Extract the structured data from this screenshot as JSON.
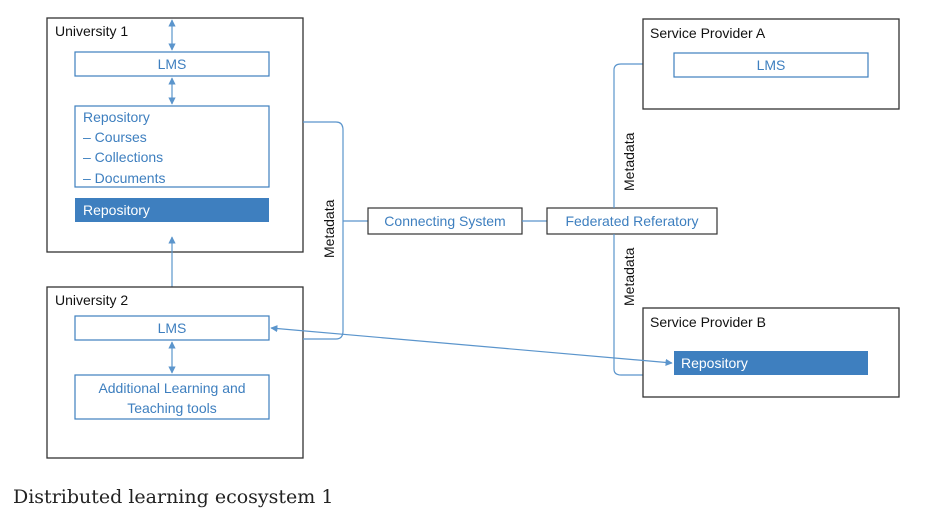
{
  "diagram": {
    "university1": {
      "title": "University 1",
      "lms": "LMS",
      "repository_list": {
        "heading": "Repository",
        "items": [
          "–  Courses",
          "–  Collections",
          "–  Documents"
        ]
      },
      "repository": "Repository"
    },
    "university2": {
      "title": "University 2",
      "lms": "LMS",
      "tools": [
        "Additional Learning and",
        "Teaching tools"
      ]
    },
    "connecting_system": "Connecting System",
    "federated_referatory": "Federated Referatory",
    "service_provider_a": {
      "title": "Service Provider A",
      "lms": "LMS"
    },
    "service_provider_b": {
      "title": "Service Provider B",
      "repository": "Repository"
    },
    "metadata_labels": [
      "Metadata",
      "Metadata",
      "Metadata"
    ]
  },
  "caption": "Distributed learning ecosystem 1",
  "colors": {
    "accent": "#3e7fbf",
    "border": "#333333",
    "fill_blue": "#3e7fbf"
  }
}
